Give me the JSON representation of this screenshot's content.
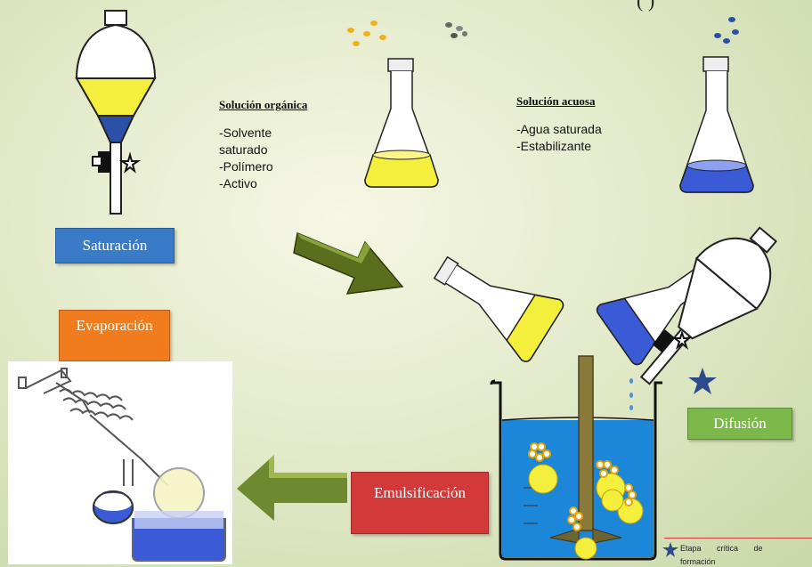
{
  "top_right_fragment": "(      )",
  "organic": {
    "heading": "Solución orgánica",
    "items": [
      "-Solvente",
      "saturado",
      "-Polímero",
      "-Activo"
    ]
  },
  "aqueous": {
    "heading": "Solución acuosa",
    "items": [
      "-Agua saturada",
      "-Estabilizante"
    ]
  },
  "steps": {
    "saturation": "Saturación",
    "evaporation": "Evaporación",
    "diffusion": "Difusión",
    "emulsification": "Emulsificación"
  },
  "legend": {
    "label": "Etapa       crítica       de",
    "label_cont": "formación"
  },
  "colors": {
    "saturation_box": "#3a7bc8",
    "evaporation_box": "#f07c1e",
    "diffusion_box": "#7cb84a",
    "emulsification_box": "#d23a3a",
    "organic_liquid": "#f0e84a",
    "aqueous_liquid": "#3b5bd6",
    "star": "#2e4a8a",
    "arrow": "#5a6e1e"
  }
}
